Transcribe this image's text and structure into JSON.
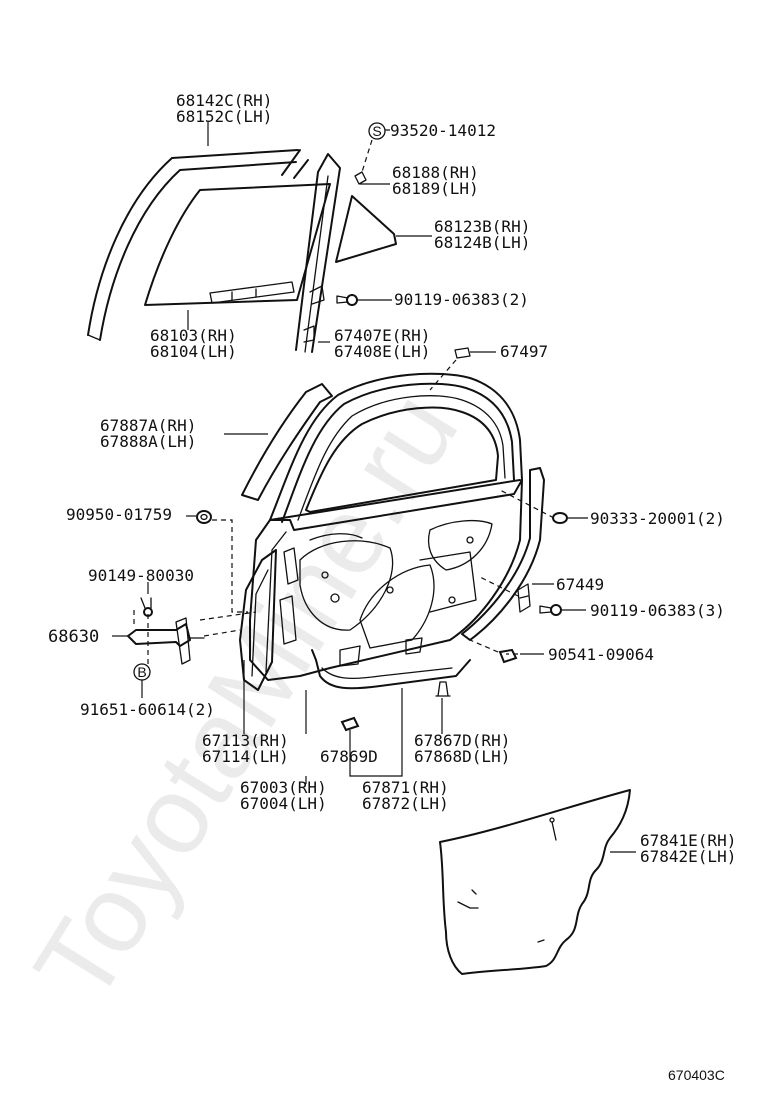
{
  "watermark": "ToyotaMine.ru",
  "diagram_code": "670403C",
  "callouts": {
    "c1": {
      "line1": "68142C(RH)",
      "line2": "68152C(LH)"
    },
    "c2": {
      "line1": "93520-14012"
    },
    "c2_symbol": "S",
    "c3": {
      "line1": "68188(RH)",
      "line2": "68189(LH)"
    },
    "c4": {
      "line1": "68123B(RH)",
      "line2": "68124B(LH)"
    },
    "c5": {
      "line1": "90119-06383(2)"
    },
    "c6": {
      "line1": "68103(RH)",
      "line2": "68104(LH)"
    },
    "c7": {
      "line1": "67407E(RH)",
      "line2": "67408E(LH)"
    },
    "c8": {
      "line1": "67497"
    },
    "c9": {
      "line1": "67887A(RH)",
      "line2": "67888A(LH)"
    },
    "c10": {
      "line1": "90950-01759"
    },
    "c11": {
      "line1": "90333-20001(2)"
    },
    "c12": {
      "line1": "90149-80030"
    },
    "c13": {
      "line1": "67449"
    },
    "c14": {
      "line1": "68630"
    },
    "c15": {
      "line1": "90119-06383(3)"
    },
    "c16": {
      "line1": "90541-09064"
    },
    "c17": {
      "line1": "91651-60614(2)"
    },
    "c17_symbol": "B",
    "c18": {
      "line1": "67113(RH)",
      "line2": "67114(LH)"
    },
    "c19": {
      "line1": "67869D"
    },
    "c20": {
      "line1": "67867D(RH)",
      "line2": "67868D(LH)"
    },
    "c21": {
      "line1": "67003(RH)",
      "line2": "67004(LH)"
    },
    "c22": {
      "line1": "67871(RH)",
      "line2": "67872(LH)"
    },
    "c23": {
      "line1": "67841E(RH)",
      "line2": "67842E(LH)"
    }
  }
}
